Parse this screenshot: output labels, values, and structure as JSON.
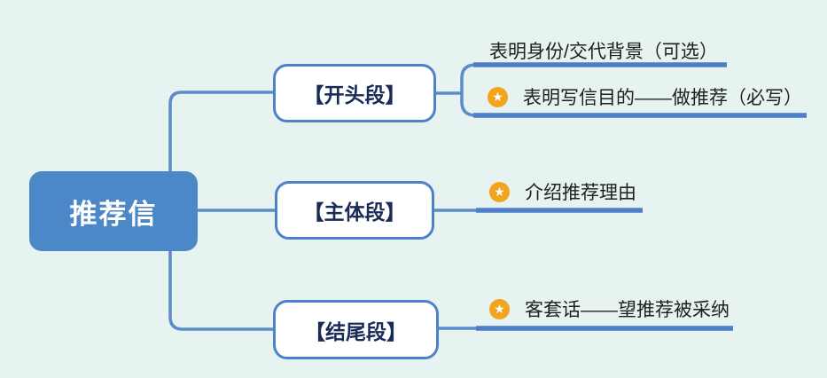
{
  "root": {
    "label": "推荐信"
  },
  "branches": [
    {
      "label": "【开头段】",
      "children": [
        {
          "text": "表明身份/交代背景（可选）",
          "starred": false
        },
        {
          "text": "表明写信目的——做推荐（必写）",
          "starred": true
        }
      ]
    },
    {
      "label": "【主体段】",
      "children": [
        {
          "text": "介绍推荐理由",
          "starred": true
        }
      ]
    },
    {
      "label": "【结尾段】",
      "children": [
        {
          "text": "客套话——望推荐被采纳",
          "starred": true
        }
      ]
    }
  ],
  "icons": {
    "star": "★"
  },
  "colors": {
    "background": "#e6f3f0",
    "root_fill": "#4c87c8",
    "root_text": "#ffffff",
    "branch_border": "#4d82c8",
    "branch_text": "#1b2b57",
    "connector": "#5b8ccb",
    "underline": "#4d7ec8",
    "star_fill": "#f3a41e",
    "leaf_text": "#1f1f1f"
  }
}
